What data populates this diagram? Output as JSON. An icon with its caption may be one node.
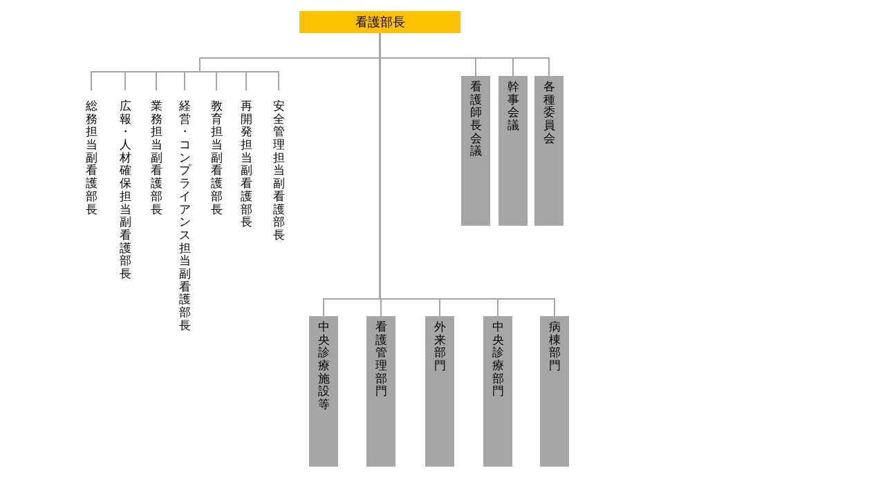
{
  "diagram": {
    "nodes": [
      {
        "text": [
          "看護部長"
        ]
      },
      {
        "text": [
          "総務担当副看護部長"
        ]
      },
      {
        "text": [
          "広報・人材確保担当副看護部長"
        ]
      },
      {
        "text": [
          "業務担当副看護部長"
        ]
      },
      {
        "text": [
          "経営・コンプライアンス担当副看護部長"
        ]
      },
      {
        "text": [
          "教育担当副看護部長"
        ]
      },
      {
        "text": [
          "再開発担当副看護部長"
        ]
      },
      {
        "text": [
          "安全管理担当副看護部長"
        ]
      },
      {
        "text": [
          "看護師長会議"
        ]
      },
      {
        "text": [
          "幹事会議"
        ]
      },
      {
        "text": [
          "各種委員会"
        ]
      },
      {
        "text": [
          "中央診療施設等"
        ]
      },
      {
        "text": [
          "看護管理部門"
        ]
      },
      {
        "text": [
          "外来部門"
        ]
      },
      {
        "text": [
          "中央診療部門"
        ]
      },
      {
        "text": [
          "病棟部門"
        ]
      }
    ],
    "edges": [
      {
        "from": 0,
        "to": 1,
        "arrow": "none"
      },
      {
        "from": 0,
        "to": 2,
        "arrow": "none"
      },
      {
        "from": 0,
        "to": 3,
        "arrow": "none"
      },
      {
        "from": 0,
        "to": 4,
        "arrow": "none"
      },
      {
        "from": 0,
        "to": 5,
        "arrow": "none"
      },
      {
        "from": 0,
        "to": 6,
        "arrow": "none"
      },
      {
        "from": 0,
        "to": 7,
        "arrow": "none"
      },
      {
        "from": 0,
        "to": 8,
        "arrow": "none"
      },
      {
        "from": 0,
        "to": 9,
        "arrow": "none"
      },
      {
        "from": 0,
        "to": 10,
        "arrow": "none"
      },
      {
        "from": 0,
        "to": 11,
        "arrow": "none"
      },
      {
        "from": 0,
        "to": 12,
        "arrow": "none"
      },
      {
        "from": 0,
        "to": 13,
        "arrow": "none"
      },
      {
        "from": 0,
        "to": 14,
        "arrow": "none"
      },
      {
        "from": 0,
        "to": 15,
        "arrow": "none"
      }
    ]
  }
}
